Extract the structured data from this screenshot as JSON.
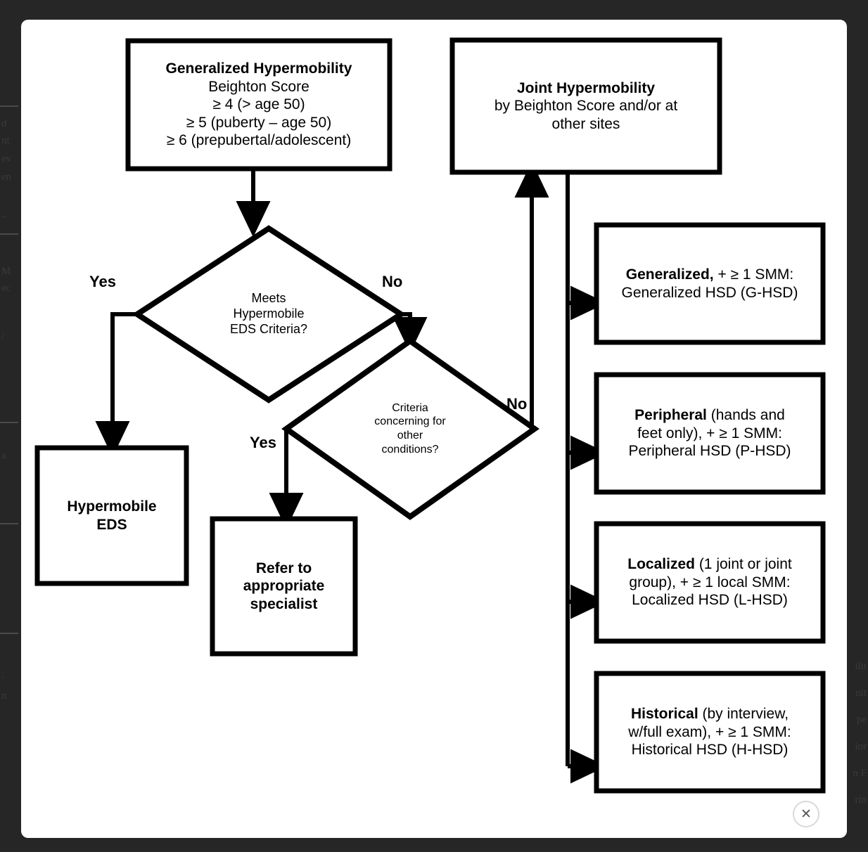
{
  "overlay": {
    "left_fragments": [
      "d",
      "nt",
      "ev",
      "en",
      "–",
      "M",
      "ec",
      "/",
      "a",
      ":",
      "n"
    ],
    "right_fragments": [
      "ilit",
      "nit",
      "pe",
      "ior",
      "n F",
      "rin"
    ]
  },
  "modal": {
    "close_label": "✕",
    "close_icon": "close-icon"
  },
  "chart_data": {
    "type": "diagram",
    "title": "Hypermobility / Hypermobility Spectrum Disorder diagnostic flowchart",
    "nodes": [
      {
        "id": "generalized-hypermobility",
        "shape": "box",
        "lines": [
          {
            "text": "Generalized Hypermobility",
            "bold": true
          },
          {
            "text": "Beighton Score",
            "bold": false
          },
          {
            "text": "≥ 4 (> age 50)",
            "bold": false
          },
          {
            "text": "≥ 5 (puberty – age 50)",
            "bold": false
          },
          {
            "text": "≥ 6 (prepubertal/adolescent)",
            "bold": false
          }
        ]
      },
      {
        "id": "joint-hypermobility",
        "shape": "box",
        "lines": [
          {
            "text": "Joint Hypermobility",
            "bold": true
          },
          {
            "text": "by Beighton Score and/or at",
            "bold": false
          },
          {
            "text": "other sites",
            "bold": false
          }
        ]
      },
      {
        "id": "meets-hypermobile-eds-criteria",
        "shape": "diamond",
        "lines": [
          {
            "text": "Meets",
            "bold": false
          },
          {
            "text": "Hypermobile",
            "bold": false
          },
          {
            "text": "EDS Criteria?",
            "bold": false
          }
        ]
      },
      {
        "id": "criteria-concerning-other-conditions",
        "shape": "diamond",
        "lines": [
          {
            "text": "Criteria",
            "bold": false
          },
          {
            "text": "concerning for",
            "bold": false
          },
          {
            "text": "other",
            "bold": false
          },
          {
            "text": "conditions?",
            "bold": false
          }
        ]
      },
      {
        "id": "hypermobile-eds",
        "shape": "box",
        "lines": [
          {
            "text": "Hypermobile",
            "bold": true
          },
          {
            "text": "EDS",
            "bold": true
          }
        ]
      },
      {
        "id": "refer-to-appropriate-specialist",
        "shape": "box",
        "lines": [
          {
            "text": "Refer to",
            "bold": true
          },
          {
            "text": "appropriate",
            "bold": true
          },
          {
            "text": "specialist",
            "bold": true
          }
        ]
      },
      {
        "id": "generalized-hsd",
        "shape": "box",
        "lines": [
          {
            "text": "Generalized,",
            "bold": true,
            "suffix": " + ≥ 1 SMM:"
          },
          {
            "text": "Generalized HSD (G-HSD)",
            "bold": false
          }
        ]
      },
      {
        "id": "peripheral-hsd",
        "shape": "box",
        "lines": [
          {
            "text": "Peripheral",
            "bold": true,
            "suffix": " (hands and"
          },
          {
            "text": "feet only), + ≥ 1 SMM:",
            "bold": false
          },
          {
            "text": "Peripheral HSD (P-HSD)",
            "bold": false
          }
        ]
      },
      {
        "id": "localized-hsd",
        "shape": "box",
        "lines": [
          {
            "text": "Localized",
            "bold": true,
            "suffix": " (1 joint or joint"
          },
          {
            "text": "group), + ≥ 1 local SMM:",
            "bold": false
          },
          {
            "text": "Localized HSD (L-HSD)",
            "bold": false
          }
        ]
      },
      {
        "id": "historical-hsd",
        "shape": "box",
        "lines": [
          {
            "text": "Historical",
            "bold": true,
            "suffix": " (by interview,"
          },
          {
            "text": "w/full exam), + ≥ 1 SMM:",
            "bold": false
          },
          {
            "text": "Historical HSD (H-HSD)",
            "bold": false
          }
        ]
      }
    ],
    "edges": [
      {
        "from": "generalized-hypermobility",
        "to": "meets-hypermobile-eds-criteria",
        "label": ""
      },
      {
        "from": "meets-hypermobile-eds-criteria",
        "to": "hypermobile-eds",
        "label": "Yes"
      },
      {
        "from": "meets-hypermobile-eds-criteria",
        "to": "criteria-concerning-other-conditions",
        "label": "No"
      },
      {
        "from": "criteria-concerning-other-conditions",
        "to": "refer-to-appropriate-specialist",
        "label": "Yes"
      },
      {
        "from": "criteria-concerning-other-conditions",
        "to": "joint-hypermobility",
        "label": "No"
      },
      {
        "from": "joint-hypermobility",
        "to": "generalized-hsd",
        "label": ""
      },
      {
        "from": "joint-hypermobility",
        "to": "peripheral-hsd",
        "label": ""
      },
      {
        "from": "joint-hypermobility",
        "to": "localized-hsd",
        "label": ""
      },
      {
        "from": "joint-hypermobility",
        "to": "historical-hsd",
        "label": ""
      }
    ],
    "edge_labels": {
      "yes_eds": "Yes",
      "no_eds": "No",
      "yes_criteria": "Yes",
      "no_criteria": "No"
    },
    "colors": {
      "stroke": "#000000",
      "fill": "#ffffff",
      "overlay": "#262626"
    }
  },
  "nodes_text": {
    "generalized_hypermobility": {
      "l1": "Generalized Hypermobility",
      "l2": "Beighton Score",
      "l3": "≥ 4 (> age 50)",
      "l4": "≥ 5 (puberty – age 50)",
      "l5": "≥ 6 (prepubertal/adolescent)"
    },
    "joint_hypermobility": {
      "l1": "Joint Hypermobility",
      "l2": "by Beighton Score and/or at",
      "l3": "other sites"
    },
    "diamond_eds": {
      "l1": "Meets",
      "l2": "Hypermobile",
      "l3": "EDS Criteria?"
    },
    "diamond_criteria": {
      "l1": "Criteria",
      "l2": "concerning for",
      "l3": "other",
      "l4": "conditions?"
    },
    "hypermobile_eds": {
      "l1": "Hypermobile",
      "l2": "EDS"
    },
    "refer_specialist": {
      "l1": "Refer to",
      "l2": "appropriate",
      "l3": "specialist"
    },
    "generalized_hsd": {
      "l1a": "Generalized,",
      "l1b": " + ≥ 1 SMM:",
      "l2": "Generalized HSD (G-HSD)"
    },
    "peripheral_hsd": {
      "l1a": "Peripheral",
      "l1b": " (hands and",
      "l2": "feet only), + ≥ 1 SMM:",
      "l3": "Peripheral HSD (P-HSD)"
    },
    "localized_hsd": {
      "l1a": "Localized",
      "l1b": " (1 joint or joint",
      "l2": "group), + ≥ 1 local SMM:",
      "l3": "Localized HSD (L-HSD)"
    },
    "historical_hsd": {
      "l1a": "Historical",
      "l1b": " (by interview,",
      "l2": "w/full exam), + ≥ 1 SMM:",
      "l3": "Historical HSD (H-HSD)"
    }
  },
  "labels": {
    "yes_eds": "Yes",
    "no_eds": "No",
    "yes_criteria": "Yes",
    "no_criteria": "No"
  }
}
